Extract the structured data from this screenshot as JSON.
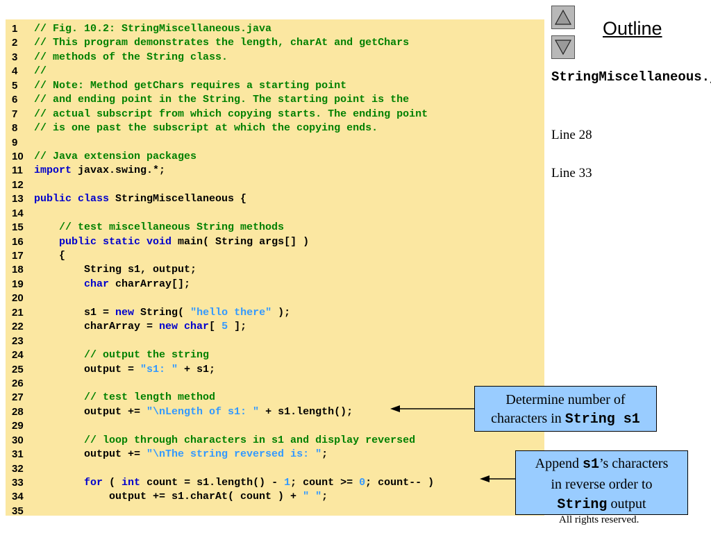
{
  "slide": {
    "outline_label": "Outline",
    "file_name": "StringMiscellaneous.java",
    "line_refs": [
      "Line 28",
      "Line 33"
    ],
    "copyright": "All rights reserved."
  },
  "icons": {
    "nav_up": "triangle-up-icon",
    "nav_down": "triangle-down-icon"
  },
  "colors": {
    "code_background": "#fbe7a1",
    "comment": "#008000",
    "keyword": "#0000cc",
    "literal": "#3399ff",
    "callout_background": "#99ccff"
  },
  "code": {
    "lines": [
      {
        "num": "1",
        "tokens": [
          {
            "t": "c",
            "v": "// Fig. 10.2: StringMiscellaneous.java"
          }
        ]
      },
      {
        "num": "2",
        "tokens": [
          {
            "t": "c",
            "v": "// This program demonstrates the length, charAt and getChars"
          }
        ]
      },
      {
        "num": "3",
        "tokens": [
          {
            "t": "c",
            "v": "// methods of the String class."
          }
        ]
      },
      {
        "num": "4",
        "tokens": [
          {
            "t": "c",
            "v": "//"
          }
        ]
      },
      {
        "num": "5",
        "tokens": [
          {
            "t": "c",
            "v": "// Note: Method getChars requires a starting point"
          }
        ]
      },
      {
        "num": "6",
        "tokens": [
          {
            "t": "c",
            "v": "// and ending point in the String. The starting point is the"
          }
        ]
      },
      {
        "num": "7",
        "tokens": [
          {
            "t": "c",
            "v": "// actual subscript from which copying starts. The ending point"
          }
        ]
      },
      {
        "num": "8",
        "tokens": [
          {
            "t": "c",
            "v": "// is one past the subscript at which the copying ends."
          }
        ]
      },
      {
        "num": "9",
        "tokens": []
      },
      {
        "num": "10",
        "tokens": [
          {
            "t": "c",
            "v": "// Java extension packages"
          }
        ]
      },
      {
        "num": "11",
        "tokens": [
          {
            "t": "k",
            "v": "import"
          },
          {
            "t": "p",
            "v": " javax.swing.*;"
          }
        ]
      },
      {
        "num": "12",
        "tokens": []
      },
      {
        "num": "13",
        "tokens": [
          {
            "t": "k",
            "v": "public class"
          },
          {
            "t": "p",
            "v": " StringMiscellaneous {"
          }
        ]
      },
      {
        "num": "14",
        "tokens": []
      },
      {
        "num": "15",
        "tokens": [
          {
            "t": "c",
            "v": "    // test miscellaneous String methods"
          }
        ]
      },
      {
        "num": "16",
        "tokens": [
          {
            "t": "p",
            "v": "    "
          },
          {
            "t": "k",
            "v": "public static void"
          },
          {
            "t": "p",
            "v": " main( String args[] )"
          }
        ]
      },
      {
        "num": "17",
        "tokens": [
          {
            "t": "p",
            "v": "    {"
          }
        ]
      },
      {
        "num": "18",
        "tokens": [
          {
            "t": "p",
            "v": "        String s1, output;"
          }
        ]
      },
      {
        "num": "19",
        "tokens": [
          {
            "t": "p",
            "v": "        "
          },
          {
            "t": "k",
            "v": "char"
          },
          {
            "t": "p",
            "v": " charArray[];"
          }
        ]
      },
      {
        "num": "20",
        "tokens": []
      },
      {
        "num": "21",
        "tokens": [
          {
            "t": "p",
            "v": "        s1 = "
          },
          {
            "t": "k",
            "v": "new"
          },
          {
            "t": "p",
            "v": " String( "
          },
          {
            "t": "s",
            "v": "\"hello there\""
          },
          {
            "t": "p",
            "v": " );"
          }
        ]
      },
      {
        "num": "22",
        "tokens": [
          {
            "t": "p",
            "v": "        charArray = "
          },
          {
            "t": "k",
            "v": "new char"
          },
          {
            "t": "p",
            "v": "[ "
          },
          {
            "t": "n",
            "v": "5"
          },
          {
            "t": "p",
            "v": " ];"
          }
        ]
      },
      {
        "num": "23",
        "tokens": []
      },
      {
        "num": "24",
        "tokens": [
          {
            "t": "c",
            "v": "        // output the string"
          }
        ]
      },
      {
        "num": "25",
        "tokens": [
          {
            "t": "p",
            "v": "        output = "
          },
          {
            "t": "s",
            "v": "\"s1: \""
          },
          {
            "t": "p",
            "v": " + s1;"
          }
        ]
      },
      {
        "num": "26",
        "tokens": []
      },
      {
        "num": "27",
        "tokens": [
          {
            "t": "c",
            "v": "        // test length method"
          }
        ]
      },
      {
        "num": "28",
        "tokens": [
          {
            "t": "p",
            "v": "        output += "
          },
          {
            "t": "s",
            "v": "\"\\nLength of s1: \""
          },
          {
            "t": "p",
            "v": " + s1.length();"
          }
        ]
      },
      {
        "num": "29",
        "tokens": []
      },
      {
        "num": "30",
        "tokens": [
          {
            "t": "c",
            "v": "        // loop through characters in s1 and display reversed"
          }
        ]
      },
      {
        "num": "31",
        "tokens": [
          {
            "t": "p",
            "v": "        output += "
          },
          {
            "t": "s",
            "v": "\"\\nThe string reversed is: \""
          },
          {
            "t": "p",
            "v": ";"
          }
        ]
      },
      {
        "num": "32",
        "tokens": []
      },
      {
        "num": "33",
        "tokens": [
          {
            "t": "p",
            "v": "        "
          },
          {
            "t": "k",
            "v": "for"
          },
          {
            "t": "p",
            "v": " ( "
          },
          {
            "t": "k",
            "v": "int"
          },
          {
            "t": "p",
            "v": " count = s1.length() - "
          },
          {
            "t": "n",
            "v": "1"
          },
          {
            "t": "p",
            "v": "; count >= "
          },
          {
            "t": "n",
            "v": "0"
          },
          {
            "t": "p",
            "v": "; count-- )"
          }
        ]
      },
      {
        "num": "34",
        "tokens": [
          {
            "t": "p",
            "v": "            output += s1.charAt( count ) + "
          },
          {
            "t": "s",
            "v": "\" \""
          },
          {
            "t": "p",
            "v": ";"
          }
        ]
      },
      {
        "num": "35",
        "tokens": []
      }
    ]
  },
  "callouts": {
    "length": {
      "line1": "Determine number of",
      "line2_prefix": "characters in ",
      "line2_code": "String s1"
    },
    "reverse": {
      "line1_code": "s1",
      "line1_prefix": "Append ",
      "line1_suffix": "’s characters",
      "line2": "in reverse order to",
      "line3_code": "String",
      "line3_suffix": " output"
    }
  }
}
